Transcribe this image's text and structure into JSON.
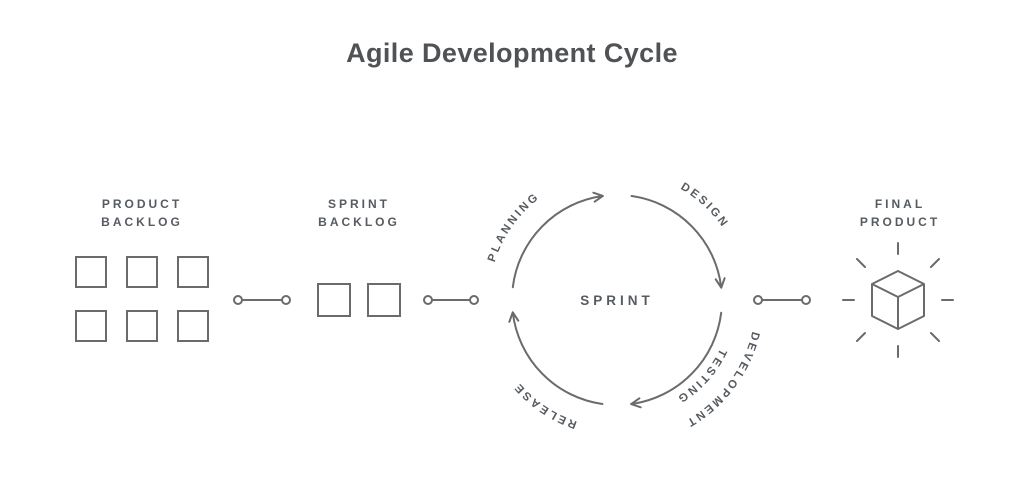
{
  "title": "Agile Development Cycle",
  "stages": {
    "product_backlog": {
      "line1": "PRODUCT",
      "line2": "BACKLOG",
      "item_count": 6
    },
    "sprint_backlog": {
      "line1": "SPRINT",
      "line2": "BACKLOG",
      "item_count": 2
    },
    "final_product": {
      "line1": "FINAL",
      "line2": "PRODUCT"
    }
  },
  "cycle": {
    "center_label": "SPRINT",
    "phases": [
      "PLANNING",
      "DESIGN",
      "DEVELOPMENT",
      "TESTING",
      "RELEASE"
    ],
    "direction": "clockwise"
  },
  "icons": {
    "connector": "dumbbell-connector",
    "final_product": "shining-cube"
  },
  "colors": {
    "background": "#ffffff",
    "line": "#6b6b6b",
    "label_text": "#565b61",
    "title_text": "#4f5356"
  }
}
